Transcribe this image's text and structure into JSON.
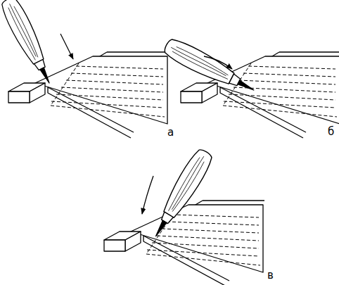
{
  "diagram": {
    "labels": [
      "а",
      "б",
      "в"
    ]
  }
}
